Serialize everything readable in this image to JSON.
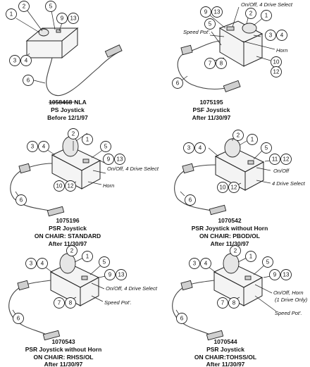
{
  "panels": [
    {
      "id": "ps",
      "part_number": "1058468",
      "part_suffix": "NLA",
      "part_struck": true,
      "caption_line1": "PS Joystick",
      "caption_line2": "Before 12/1/97",
      "caption_line3": "",
      "caption_line4": "",
      "annotations": [],
      "callouts": [
        "1",
        "2",
        "5",
        "9",
        "13",
        "3",
        "4",
        "6"
      ]
    },
    {
      "id": "psf",
      "part_number": "1075195",
      "caption_line1": "PSF Joystick",
      "caption_line2": "After 11/30/97",
      "caption_line3": "",
      "caption_line4": "",
      "annotations": [
        "On/Off, 4 Drive Select",
        "Speed Pot'.",
        "Horn"
      ],
      "callouts": [
        "9",
        "13",
        "2",
        "1",
        "5",
        "3",
        "4",
        "7",
        "8",
        "10",
        "12",
        "6"
      ]
    },
    {
      "id": "psr-standard",
      "part_number": "1075196",
      "caption_line1": "PSR Joystick",
      "caption_line2": "ON CHAIR: STANDARD",
      "caption_line3": "After 11/30/97",
      "caption_line4": "",
      "annotations": [
        "On/Off, 4 Drive Select",
        "Horn"
      ],
      "callouts": [
        "2",
        "1",
        "3",
        "4",
        "5",
        "9",
        "13",
        "10",
        "12",
        "6"
      ]
    },
    {
      "id": "psr-pbod",
      "part_number": "1070542",
      "caption_line1": "PSR Joystick without Horn",
      "caption_line2": "ON CHAIR: PBOD/OL",
      "caption_line3": "After 11/30/97",
      "caption_line4": "",
      "annotations": [
        "On/Off",
        "4 Drive Select"
      ],
      "callouts": [
        "2",
        "1",
        "3",
        "4",
        "5",
        "11",
        "12",
        "10",
        "12",
        "6"
      ]
    },
    {
      "id": "psr-rhss",
      "part_number": "1070543",
      "caption_line1": "PSR Joystick without Horn",
      "caption_line2": "ON CHAIR: RHSS/OL",
      "caption_line3": "After 11/30/97",
      "caption_line4": "",
      "annotations": [
        "On/Off, 4 Drive Select",
        "Speed Pot'."
      ],
      "callouts": [
        "2",
        "1",
        "3",
        "4",
        "5",
        "9",
        "13",
        "7",
        "8",
        "6"
      ]
    },
    {
      "id": "psr-tohss",
      "part_number": "1070544",
      "caption_line1": "PSR Joystick",
      "caption_line2": "ON CHAIR:TOHSS/OL",
      "caption_line3": "After 11/30/97",
      "caption_line4": "",
      "annotations": [
        "On/Off, Horn",
        "(1 Drive Only)",
        "Speed Pot'."
      ],
      "callouts": [
        "2",
        "1",
        "3",
        "4",
        "5",
        "9",
        "13",
        "7",
        "8",
        "6"
      ]
    }
  ]
}
